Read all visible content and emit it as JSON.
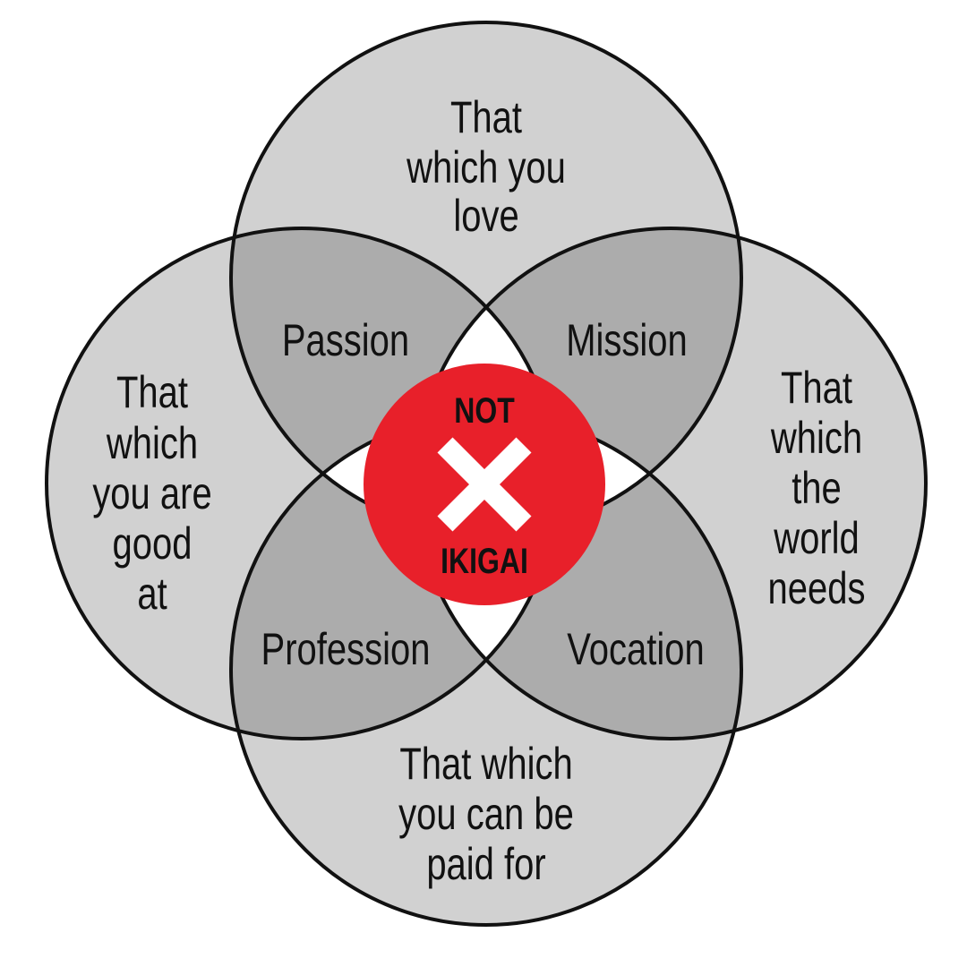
{
  "colors": {
    "single": "#d1d1d1",
    "pair": "#acacac",
    "opposite": "#ffffff",
    "stroke": "#111111",
    "center": "#e8202a",
    "mark": "#ffffff"
  },
  "circles": {
    "top": [
      "That",
      "which you",
      "love"
    ],
    "left": [
      "That",
      "which",
      "you are",
      "good",
      "at"
    ],
    "right": [
      "That",
      "which",
      "the",
      "world",
      "needs"
    ],
    "bottom": [
      "That which",
      "you can be",
      "paid for"
    ]
  },
  "overlaps": {
    "passion": "Passion",
    "mission": "Mission",
    "profession": "Profession",
    "vocation": "Vocation"
  },
  "center": {
    "top": "NOT",
    "bottom": "IKIGAI",
    "icon": "x-mark-icon"
  }
}
